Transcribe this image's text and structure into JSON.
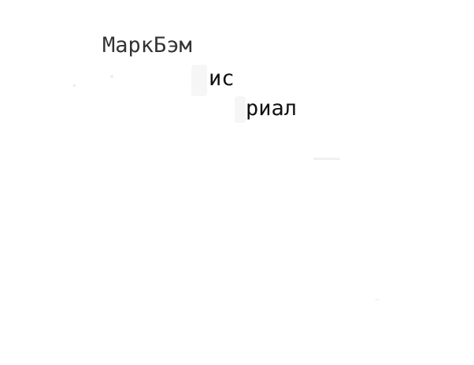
{
  "lines": [
    {
      "text": "МаркБэм"
    },
    {
      "text": "ис"
    },
    {
      "text": "риал"
    }
  ],
  "colors": {
    "background": "#ffffff",
    "text": "#1a1a1a"
  }
}
